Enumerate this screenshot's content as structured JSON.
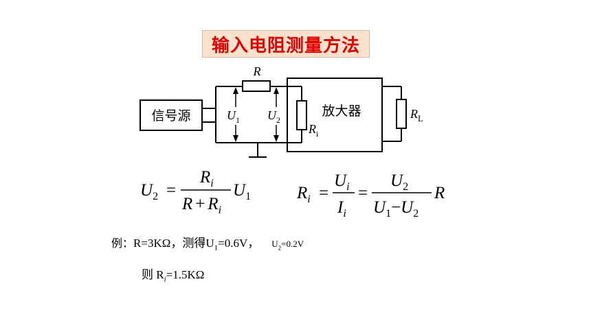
{
  "title": "输入电阻测量方法",
  "circuit": {
    "source_label": "信号源",
    "amplifier_label": "放大器",
    "resistor_R": "R",
    "U1": "U",
    "U1_sub": "1",
    "U2": "U",
    "U2_sub": "2",
    "Ri": "R",
    "Ri_sub": "i",
    "RL": "R",
    "RL_sub": "L"
  },
  "formula1": {
    "lhs": "U",
    "lhs_sub": "2",
    "num": "R",
    "num_sub": "i",
    "den_a": "R",
    "den_plus": "+",
    "den_b": "R",
    "den_b_sub": "i",
    "tail": "U",
    "tail_sub": "1"
  },
  "formula2": {
    "lhs": "R",
    "lhs_sub": "i",
    "frac1_num": "U",
    "frac1_num_sub": "i",
    "frac1_den": "I",
    "frac1_den_sub": "i",
    "frac2_num": "U",
    "frac2_num_sub": "2",
    "frac2_den_a": "U",
    "frac2_den_a_sub": "1",
    "frac2_den_minus": "−",
    "frac2_den_b": "U",
    "frac2_den_b_sub": "2",
    "tail": "R"
  },
  "example": {
    "prefix": "例：",
    "given": "R=3KΩ，测得U",
    "u1_sub": "1",
    "u1_val": "=0.6V，",
    "u2": "U",
    "u2_sub": "2",
    "u2_val": "=0.2V",
    "result_prefix": "则 R",
    "result_sub": "i",
    "result_val": "=1.5KΩ"
  }
}
